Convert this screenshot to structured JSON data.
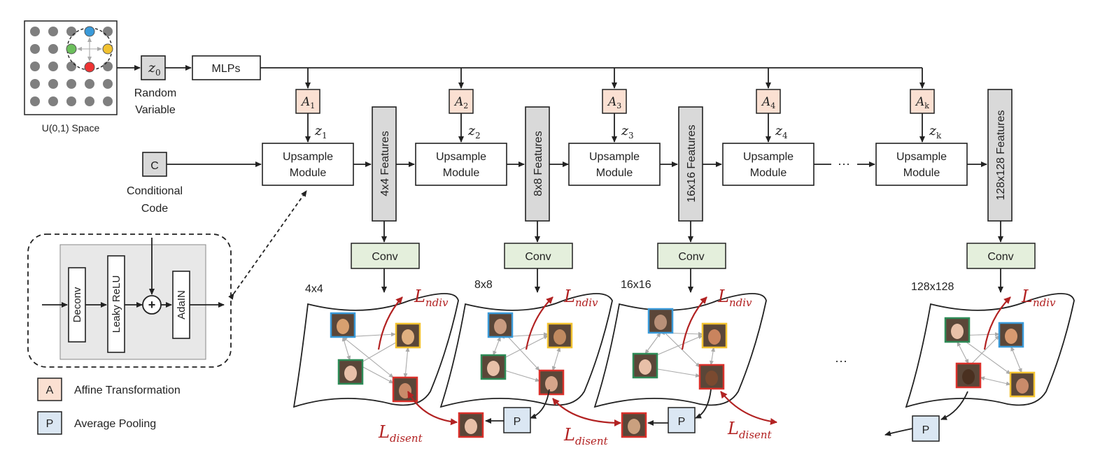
{
  "space_label": "U(0,1) Space",
  "z0": "z",
  "z0_sub": "0",
  "random_variable": [
    "Random",
    "Variable"
  ],
  "mlps": "MLPs",
  "conditional": {
    "box": "C",
    "label": [
      "Conditional",
      "Code"
    ]
  },
  "stages": [
    {
      "a": "A",
      "a_sub": "1",
      "z": "z",
      "z_sub": "1",
      "module": [
        "Upsample",
        "Module"
      ],
      "features": "4x4 Features",
      "conv": "Conv",
      "res": "4x4",
      "has_pool": true
    },
    {
      "a": "A",
      "a_sub": "2",
      "z": "z",
      "z_sub": "2",
      "module": [
        "Upsample",
        "Module"
      ],
      "features": "8x8 Features",
      "conv": "Conv",
      "res": "8x8",
      "has_pool": true
    },
    {
      "a": "A",
      "a_sub": "3",
      "z": "z",
      "z_sub": "3",
      "module": [
        "Upsample",
        "Module"
      ],
      "features": "16x16 Features",
      "conv": "Conv",
      "res": "16x16",
      "has_pool": false
    },
    {
      "a": "A",
      "a_sub": "4",
      "z": "z",
      "z_sub": "4",
      "module": [
        "Upsample",
        "Module"
      ],
      "features": "",
      "conv": "",
      "res": "",
      "has_pool": false
    },
    {
      "a": "A",
      "a_sub": "k",
      "z": "z",
      "z_sub": "k",
      "module": [
        "Upsample",
        "Module"
      ],
      "features": "128x128 Features",
      "conv": "Conv",
      "res": "128x128",
      "has_pool": true
    }
  ],
  "ellipsis": "···",
  "ellipsis2": "···",
  "inset": {
    "deconv": "Deconv",
    "leaky": "Leaky ReLU",
    "plus": "+",
    "adain": "AdaIN"
  },
  "legend": [
    {
      "key": "A",
      "label": "Affine Transformation"
    },
    {
      "key": "P",
      "label": "Average Pooling"
    }
  ],
  "pool_label": "P",
  "losses": {
    "ndiv": "L",
    "ndiv_sub": "ndiv",
    "disent": "L",
    "disent_sub": "disent"
  },
  "colors": {
    "affine": "#fbe0d2",
    "conv": "#e4efdc",
    "pool": "#dbe7f3",
    "loss": "#b22222",
    "sample_blue": "#3a9ad9",
    "sample_yellow": "#f2c230",
    "sample_green": "#2e8b57",
    "sample_red": "#d9312b"
  }
}
